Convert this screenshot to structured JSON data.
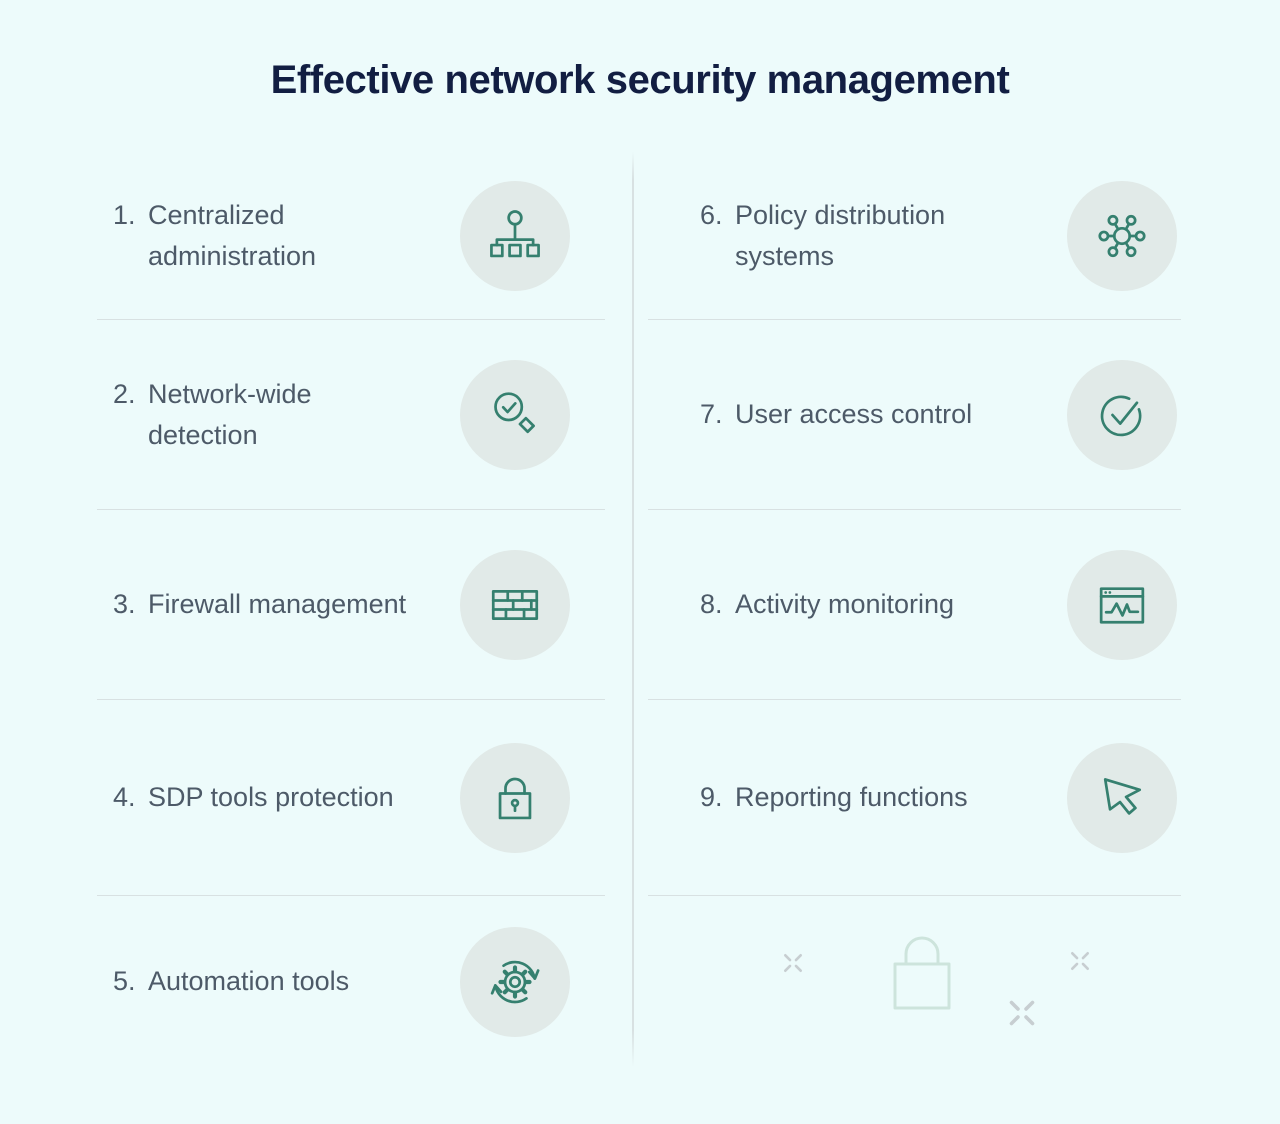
{
  "title": "Effective network security management",
  "colors": {
    "background": "#edfbfb",
    "title_text": "#121e42",
    "item_text": "#4d5a68",
    "icon_stroke": "#35806f",
    "icon_circle_bg": "#e1eae8",
    "divider": "#d8e1e2",
    "faded_lock": "#cde4dc",
    "sparkle": "#c7ced1"
  },
  "items": [
    {
      "number": "1.",
      "label": "Centralized\nadministration",
      "icon": "hierarchy-icon"
    },
    {
      "number": "2.",
      "label": "Network-wide\ndetection",
      "icon": "magnifier-check-icon"
    },
    {
      "number": "3.",
      "label": "Firewall management",
      "icon": "brick-wall-icon"
    },
    {
      "number": "4.",
      "label": "SDP tools protection",
      "icon": "padlock-icon"
    },
    {
      "number": "5.",
      "label": "Automation tools",
      "icon": "gear-sync-icon"
    },
    {
      "number": "6.",
      "label": "Policy distribution\nsystems",
      "icon": "network-hub-icon"
    },
    {
      "number": "7.",
      "label": "User access control",
      "icon": "check-circle-icon"
    },
    {
      "number": "8.",
      "label": "Activity monitoring",
      "icon": "activity-monitor-icon"
    },
    {
      "number": "9.",
      "label": "Reporting functions",
      "icon": "cursor-icon"
    }
  ],
  "decor": {
    "icons": [
      "faded-lock-icon",
      "sparkle-icon",
      "sparkle-icon",
      "sparkle-icon"
    ]
  }
}
